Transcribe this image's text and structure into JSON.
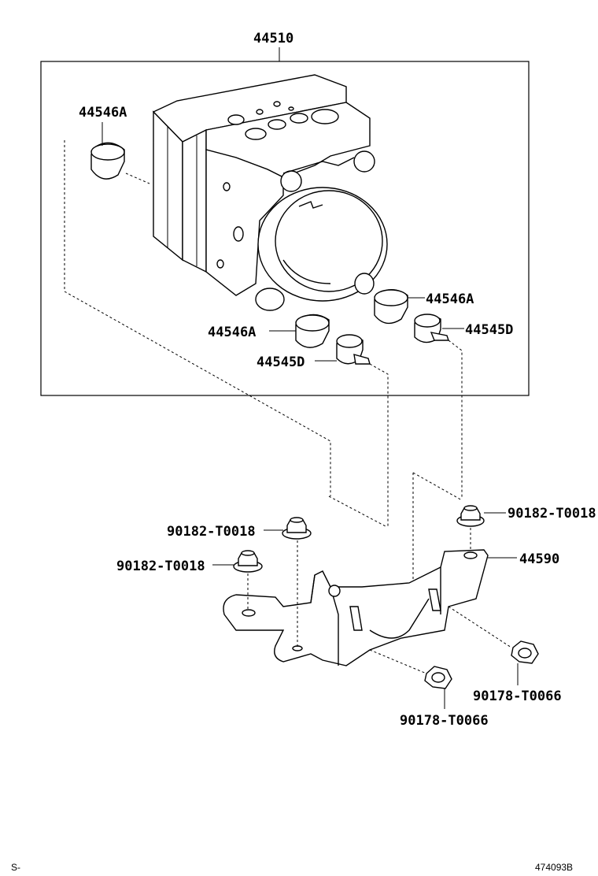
{
  "labels": {
    "assembly": "44510",
    "cushion_top_left": "44546A",
    "cushion_right": "44546A",
    "cushion_lower": "44546A",
    "stud_right": "44545D",
    "stud_lower": "44545D",
    "bolt_right": "90182-T0018",
    "bolt_left_upper": "90182-T0018",
    "bolt_left_lower": "90182-T0018",
    "bracket": "44590",
    "nut_right": "90178-T0066",
    "nut_lower": "90178-T0066"
  },
  "footer": {
    "left": "S-",
    "right": "474093B"
  }
}
